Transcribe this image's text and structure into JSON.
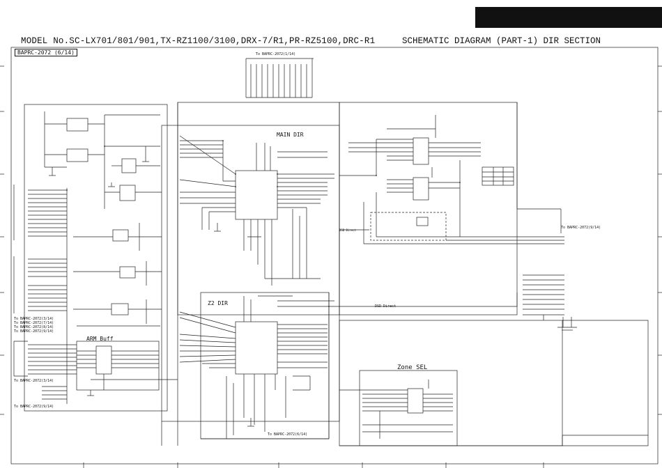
{
  "title": {
    "model": "MODEL No.SC-LX701/801/901,TX-RZ1100/3100,DRX-7/R1,PR-RZ5100,DRC-R1",
    "part": "SCHEMATIC DIAGRAM (PART-1) DIR SECTION"
  },
  "sheet_ref": "BAPRC-2072 (6/14)",
  "blocks": {
    "main_dir": "MAIN DIR",
    "z2_dir": "Z2 DIR",
    "arm_buff": "ARM Buff",
    "zone_sel": "Zone SEL"
  },
  "connectors": {
    "top": "To BAPRC-2072(1/14)",
    "left1": "To BAPRC-2072(3/14)",
    "left2": "To BAPRC-2072(7/14)",
    "left3": "To BAPRC-2072(8/14)",
    "left4": "To BAPRC-2072(9/14)",
    "left5": "To BAPRC-2072(3/14)",
    "left6": "To BAPRC-2072(9/14)",
    "right1": "To BAPRC-2072(9/14)",
    "bottom": "To BAPRC-2072(6/14)",
    "dsd_direct": "DSD Direct",
    "dsd_direct2": "DSD Direct"
  }
}
